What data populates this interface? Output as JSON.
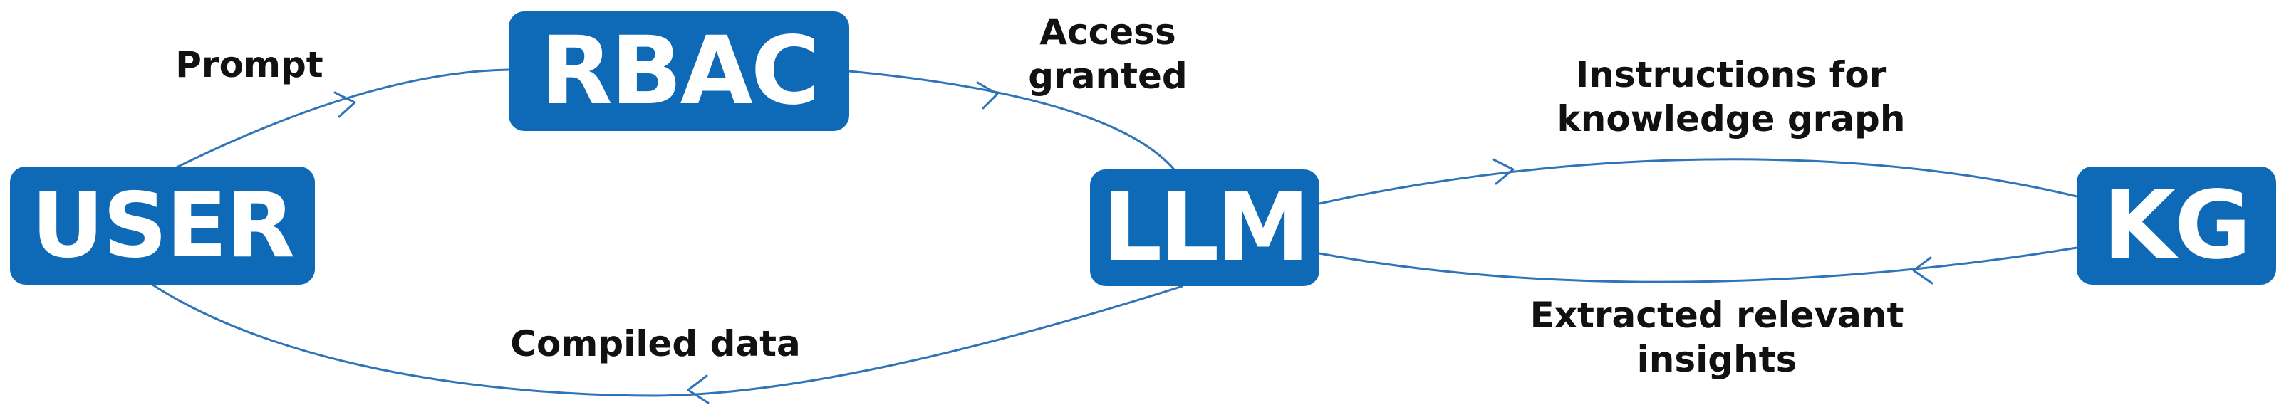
{
  "nodes": {
    "rbac": "RBAC",
    "user": "USER",
    "llm": "LLM",
    "kg": "KG"
  },
  "edges": {
    "prompt": "Prompt",
    "access_granted": [
      "Access",
      "granted"
    ],
    "instructions": [
      "Instructions for",
      "knowledge graph"
    ],
    "compiled_data": "Compiled data",
    "extracted": [
      "Extracted relevant",
      "insights"
    ]
  },
  "colors": {
    "node_fill": "#0e69b6",
    "edge_stroke": "#2f74b8",
    "text": "#111111"
  }
}
